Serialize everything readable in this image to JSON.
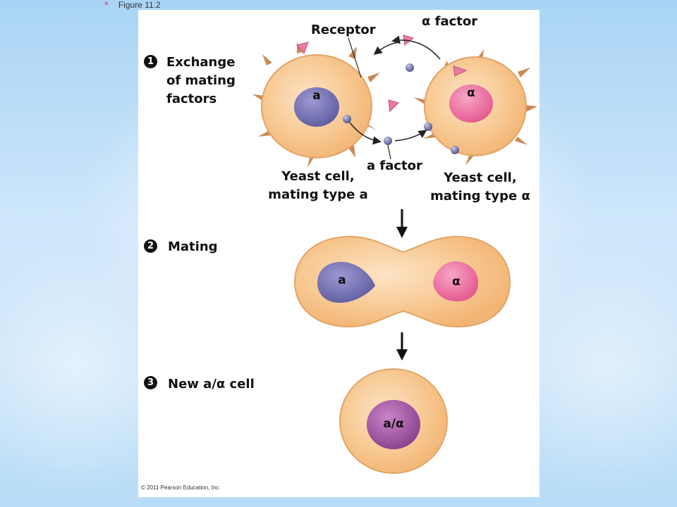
{
  "slide": {
    "bullet": "*",
    "caption": "Figure 11.2"
  },
  "figure": {
    "steps": [
      {
        "number": "1",
        "label_lines": [
          "Exchange",
          "of mating",
          "factors"
        ]
      },
      {
        "number": "2",
        "label_lines": [
          "Mating"
        ]
      },
      {
        "number": "3",
        "label_lines": [
          "New a/α cell"
        ]
      }
    ],
    "labels": {
      "receptor": "Receptor",
      "alpha_factor": "α factor",
      "a_factor": "a factor",
      "cell_a_line1": "Yeast cell,",
      "cell_a_line2": "mating type a",
      "cell_alpha_line1": "Yeast cell,",
      "cell_alpha_line2": "mating type α"
    },
    "nucleus_labels": {
      "cell_a": "a",
      "cell_alpha": "α",
      "mating_a": "a",
      "mating_alpha": "α",
      "new_cell": "a/α"
    },
    "copyright": "© 2011 Pearson Education, Inc.",
    "colors": {
      "cell_fill": "#f6bf84",
      "cell_light": "#fde3c6",
      "cell_stroke": "#d99a5f",
      "receptor": "#c98a55",
      "nucleus_a": "#6f6cae",
      "nucleus_alpha": "#ee6ea0",
      "nucleus_hybrid": "#9a4f9c",
      "alpha_factor": "#ec7aa6",
      "a_factor": "#6e6fa2"
    }
  }
}
